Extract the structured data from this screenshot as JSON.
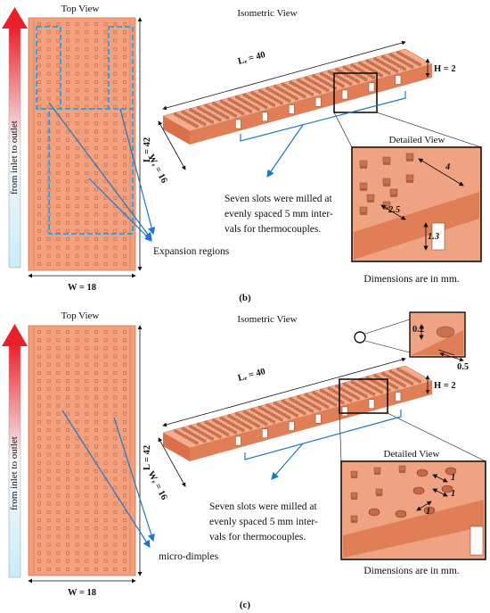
{
  "panel_b": {
    "top_view": "Top View",
    "isometric_view": "Isometric View",
    "detailed_view": "Detailed View",
    "flow_label": "from inlet to outlet",
    "dim_L": "L = 42",
    "dim_W": "W = 18",
    "dim_Le": "Lₑ = 40",
    "dim_We": "Wₑ = 16",
    "dim_H": "H = 2",
    "callout": "Expansion regions",
    "slots_line1": "Seven slots were milled at",
    "slots_line2": "evenly spaced 5 mm inter-",
    "slots_line3": "vals for thermocouples.",
    "detail_4": "4",
    "detail_25": "2.5",
    "detail_13": "1.3",
    "units": "Dimensions are in mm.",
    "caption": "(b)"
  },
  "panel_c": {
    "top_view": "Top View",
    "isometric_view": "Isometric View",
    "detailed_view": "Detailed View",
    "flow_label": "from inlet to outlet",
    "dim_L": "L = 42",
    "dim_W": "W = 18",
    "dim_Le": "Lₑ = 40",
    "dim_We": "Wₑ = 16",
    "dim_H": "H = 2",
    "callout": "micro-dimples",
    "slots_line1": "Seven slots were milled at",
    "slots_line2": "evenly spaced 5 mm inter-",
    "slots_line3": "vals for thermocouples.",
    "zoom_02": "0.2",
    "zoom_05": "0.5",
    "detail_1a": "1",
    "detail_1b": "1",
    "detail_1c": "1",
    "units": "Dimensions are in mm.",
    "caption": "(c)"
  },
  "colors": {
    "copper": "#f2a07e",
    "copper_dark": "#e0805c",
    "pin": "#c9714f",
    "callout_blue": "#1f77c4",
    "region_dash": "#3aa0d8"
  }
}
